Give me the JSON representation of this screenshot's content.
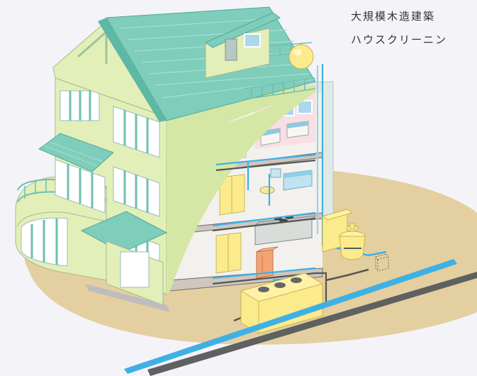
{
  "captions": {
    "line1": "大規模木造建築",
    "line2": "ハウスクリーニン"
  },
  "icons": [
    "building-cutaway-illustration",
    "water-tank-icon",
    "cooling-tower-icon",
    "underground-tank-icon",
    "water-main-pipe-icon",
    "sewer-pipe-icon"
  ],
  "colors": {
    "background": "#f4f3f8",
    "ground": "#e4cfa0",
    "roof": "#7fcdbb",
    "wall": "#e3efb9",
    "interior": "#f3f1ee",
    "water_pipe": "#3fb0e4",
    "sewer_pipe": "#5f6060",
    "tank_yellow": "#fbeb8c"
  }
}
